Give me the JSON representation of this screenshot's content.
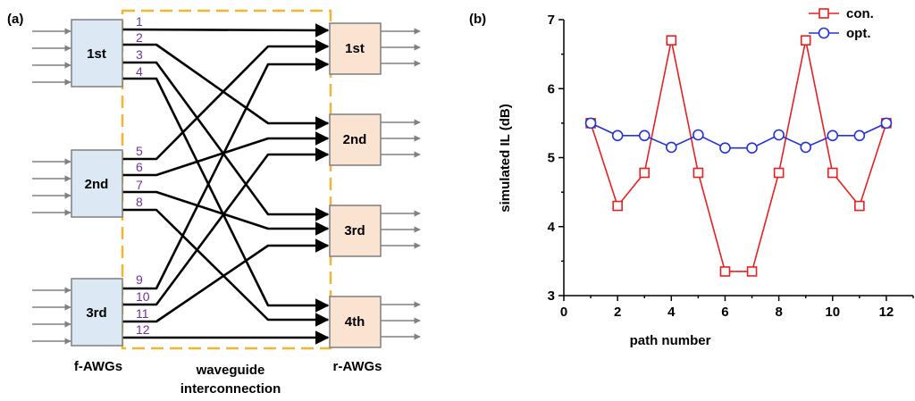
{
  "diagram": {
    "panel_label": "(a)",
    "f_awgs": [
      "1st",
      "2nd",
      "3rd"
    ],
    "r_awgs": [
      "1st",
      "2nd",
      "3rd",
      "4th"
    ],
    "path_numbers": [
      "1",
      "2",
      "3",
      "4",
      "5",
      "6",
      "7",
      "8",
      "9",
      "10",
      "11",
      "12"
    ],
    "label_f_awgs": "f-AWGs",
    "label_waveguide_line1": "waveguide",
    "label_waveguide_line2": "interconnection",
    "label_r_awgs": "r-AWGs",
    "colors": {
      "f_awg_fill": "#dce9f5",
      "r_awg_fill": "#fbe3d1",
      "box_stroke": "#7f7f7f",
      "dash": "#f2b531",
      "path_number": "#7030a0",
      "arrow": "#808080"
    }
  },
  "chart_data": {
    "type": "line",
    "panel_label": "(b)",
    "xlabel": "path number",
    "ylabel": "simulated IL (dB)",
    "xlim": [
      0,
      13
    ],
    "ylim": [
      3,
      7
    ],
    "xticks": [
      "0",
      "2",
      "4",
      "6",
      "8",
      "10",
      "12"
    ],
    "yticks": [
      "3",
      "4",
      "5",
      "6",
      "7"
    ],
    "legend_position": "top-right",
    "x": [
      1,
      2,
      3,
      4,
      5,
      6,
      7,
      8,
      9,
      10,
      11,
      12
    ],
    "series": [
      {
        "name": "con.",
        "color": "#e8201f",
        "marker": "square",
        "values": [
          5.5,
          4.3,
          4.78,
          6.7,
          4.78,
          3.35,
          3.35,
          4.78,
          6.7,
          4.78,
          4.3,
          5.5
        ]
      },
      {
        "name": "opt.",
        "color": "#2432d6",
        "marker": "circle",
        "values": [
          5.5,
          5.32,
          5.32,
          5.15,
          5.33,
          5.14,
          5.14,
          5.33,
          5.15,
          5.32,
          5.32,
          5.5
        ]
      }
    ]
  }
}
